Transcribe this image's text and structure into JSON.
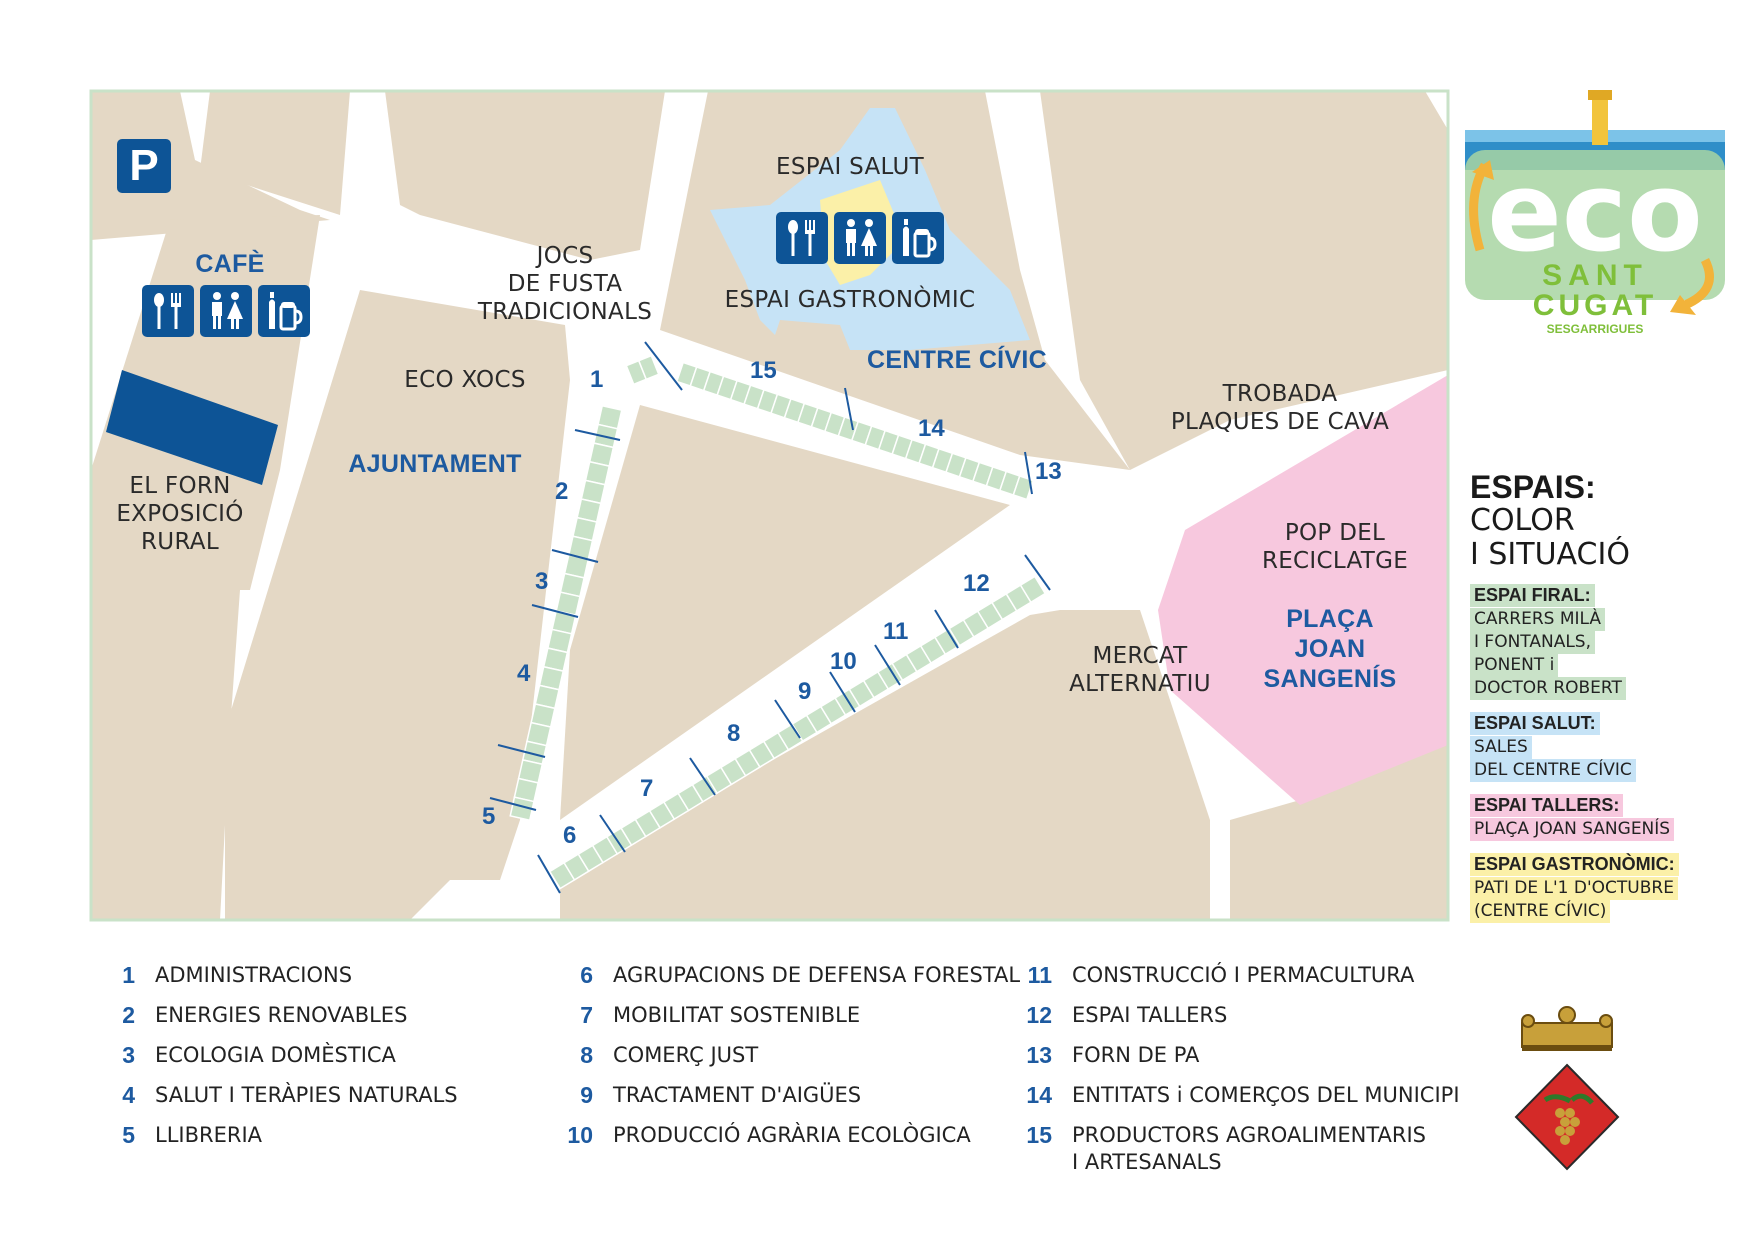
{
  "map": {
    "parking": "P",
    "labels": {
      "espai_salut": "ESPAI SALUT",
      "espai_gastronomic": "ESPAI GASTRONÒMIC",
      "centre_civic": "CENTRE CÍVIC",
      "jocs": "JOCS\nDE FUSTA\nTRADICIONALS",
      "cafe": "CAFÈ",
      "eco_xocs": "ECO XOCS",
      "ajuntament": "AJUNTAMENT",
      "el_forn": "EL FORN\nEXPOSICIÓ\nRURAL",
      "trobada": "TROBADA\nPLAQUES DE CAVA",
      "pop": "POP DEL\nRECICLATGE",
      "placa": "PLAÇA\nJOAN\nSANGENÍS",
      "mercat": "MERCAT\nALTERNATIU"
    },
    "stall_numbers": [
      "1",
      "2",
      "3",
      "4",
      "5",
      "6",
      "7",
      "8",
      "9",
      "10",
      "11",
      "12",
      "13",
      "14",
      "15"
    ]
  },
  "colors": {
    "block": "#e4d8c5",
    "street": "#ffffff",
    "frame": "#c9e2c8",
    "firal": "#c9e2c8",
    "salut": "#c6e3f6",
    "tallers": "#f7c8de",
    "gastronomic": "#fbf0a8",
    "accent": "#1d5aa0",
    "icon_bg": "#0d5496"
  },
  "icons": [
    "fork-spoon-icon",
    "toilets-icon",
    "drinks-icon"
  ],
  "logo": {
    "word": "eco",
    "line1": "SANT",
    "line2": "CUGAT",
    "line3": "SESGARRIGUES"
  },
  "sidebar": {
    "title": "ESPAIS:",
    "subtitle": "COLOR\nI SITUACIÓ",
    "legend": [
      {
        "head": "ESPAI FIRAL:",
        "lines": [
          "CARRERS MILÀ",
          "I FONTANALS,",
          "PONENT i",
          "DOCTOR ROBERT"
        ],
        "color": "#c9e2c8"
      },
      {
        "head": "ESPAI SALUT:",
        "lines": [
          "SALES",
          "DEL CENTRE CÍVIC"
        ],
        "color": "#c6e3f6"
      },
      {
        "head": "ESPAI TALLERS:",
        "lines": [
          "PLAÇA JOAN SANGENÍS"
        ],
        "color": "#f7c8de"
      },
      {
        "head": "ESPAI GASTRONÒMIC:",
        "lines": [
          "PATI DE L'1 D'OCTUBRE",
          "(CENTRE CÍVIC)"
        ],
        "color": "#fbf0a8"
      }
    ]
  },
  "list": [
    {
      "n": "1",
      "t": "ADMINISTRACIONS"
    },
    {
      "n": "2",
      "t": "ENERGIES RENOVABLES"
    },
    {
      "n": "3",
      "t": "ECOLOGIA DOMÈSTICA"
    },
    {
      "n": "4",
      "t": "SALUT I TERÀPIES NATURALS"
    },
    {
      "n": "5",
      "t": "LLIBRERIA"
    },
    {
      "n": "6",
      "t": "AGRUPACIONS DE DEFENSA FORESTAL"
    },
    {
      "n": "7",
      "t": "MOBILITAT SOSTENIBLE"
    },
    {
      "n": "8",
      "t": "COMERÇ JUST"
    },
    {
      "n": "9",
      "t": "TRACTAMENT D'AIGÜES"
    },
    {
      "n": "10",
      "t": "PRODUCCIÓ AGRÀRIA ECOLÒGICA"
    },
    {
      "n": "11",
      "t": "CONSTRUCCIÓ I PERMACULTURA"
    },
    {
      "n": "12",
      "t": "ESPAI TALLERS"
    },
    {
      "n": "13",
      "t": "FORN DE PA"
    },
    {
      "n": "14",
      "t": "ENTITATS i COMERÇOS DEL MUNICIPI"
    },
    {
      "n": "15",
      "t": "PRODUCTORS AGROALIMENTARIS\nI ARTESANALS"
    }
  ]
}
